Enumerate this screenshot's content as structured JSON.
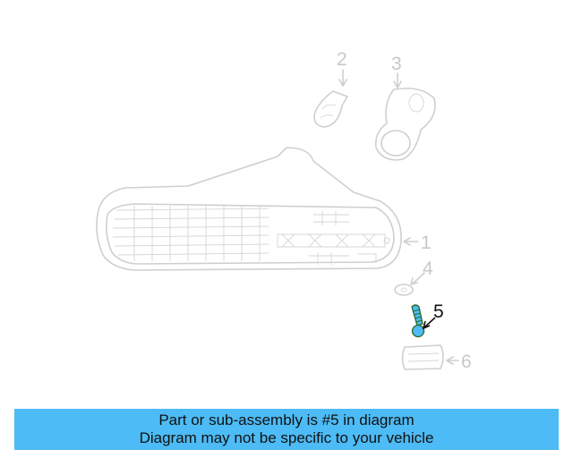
{
  "diagram": {
    "highlighted_part": "5",
    "highlight_color": "#4dbbf5",
    "callouts": {
      "p1": "1",
      "p2": "2",
      "p3": "3",
      "p4": "4",
      "p5": "5",
      "p6": "6"
    }
  },
  "banner": {
    "line1": "Part or sub-assembly is #5 in diagram",
    "line2": "Diagram may not be specific to your vehicle",
    "background": "#4dbbf5"
  }
}
